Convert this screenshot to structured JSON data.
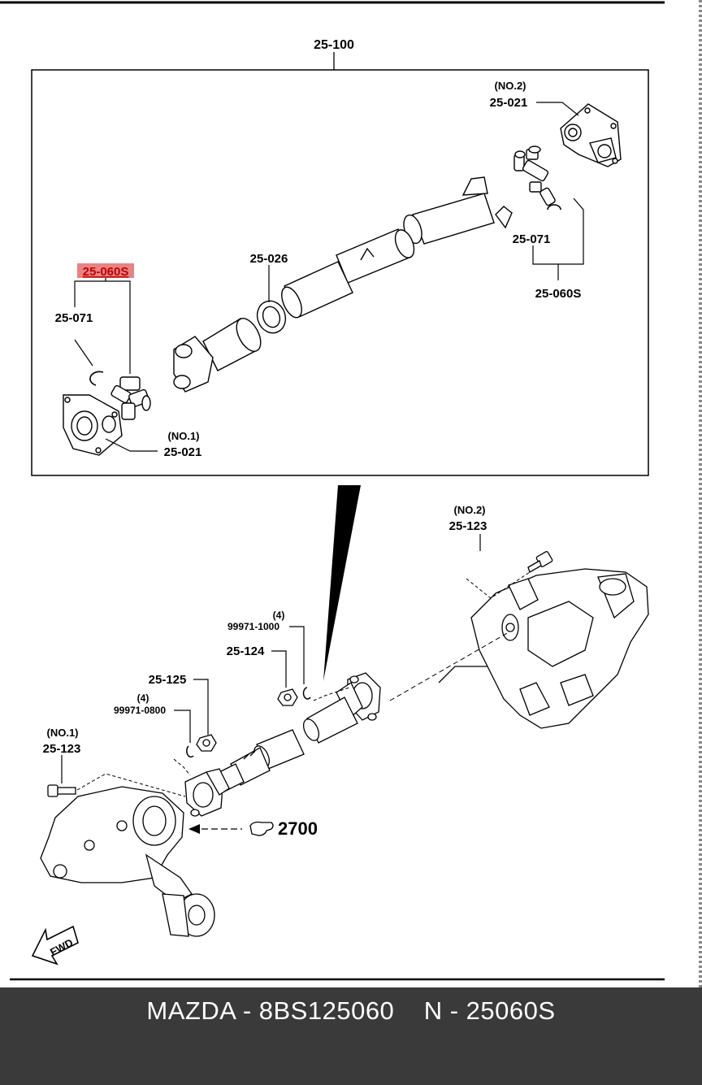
{
  "callouts": {
    "assembly": "25-100",
    "flange_no2_qualifier": "(NO.2)",
    "flange_no2_part": "25-021",
    "snap_ring_rear": "25-071",
    "joint_kit_rear": "25-060S",
    "bearing": "25-026",
    "joint_kit_front_highlighted": "25-060S",
    "snap_ring_front": "25-071",
    "flange_no1_qualifier": "(NO.1)",
    "flange_no1_part": "25-021",
    "bolt_no2_qualifier": "(NO.2)",
    "bolt_no2_part": "25-123",
    "washer_rear_qty": "(4)",
    "washer_rear_part": "99971-1000",
    "nut_rear_part": "25-124",
    "nut_front_part": "25-125",
    "washer_front_qty": "(4)",
    "washer_front_part": "99971-0800",
    "bolt_no1_qualifier": "(NO.1)",
    "bolt_no1_part": "25-123",
    "reference_section": "2700",
    "direction": "FWD"
  },
  "colors": {
    "highlight": "#e05a5a",
    "footer_background": "#3a3a3a",
    "footer_text": "#ffffff"
  },
  "footer": {
    "caption": "MAZDA - 8BS125060    N - 25060S"
  }
}
